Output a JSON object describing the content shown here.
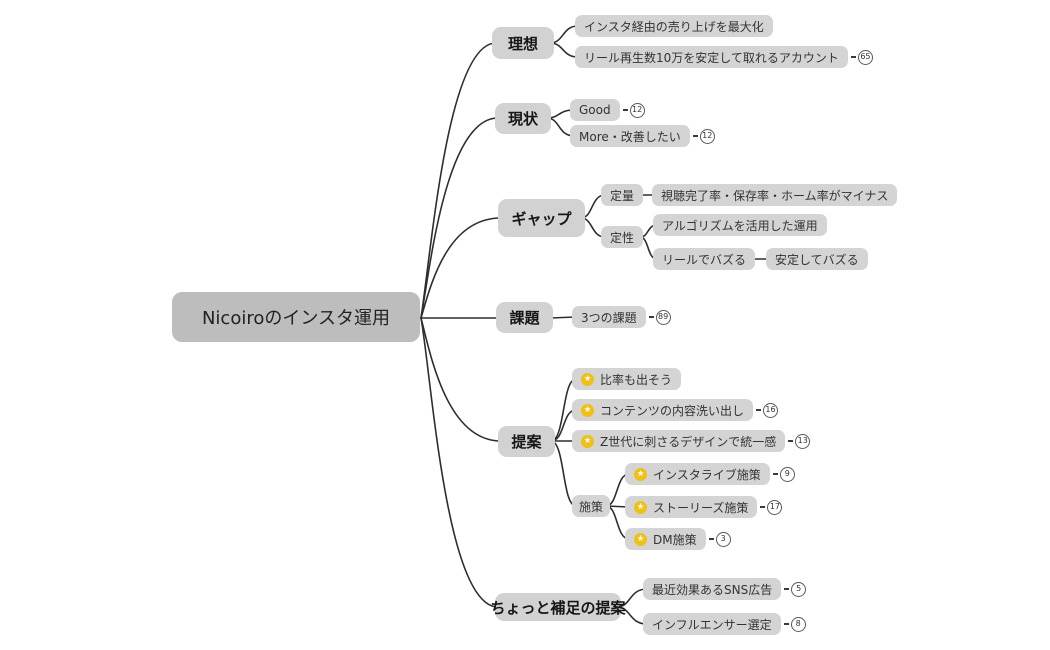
{
  "icons": {
    "star": "★"
  },
  "colors": {
    "root_bg": "#bdbdbd",
    "node_bg": "#d4d4d4",
    "line": "#2e2e2e",
    "star_bg": "#f0c014",
    "badge_border": "#595959",
    "badge_bg": "#ffffff"
  },
  "root": {
    "label": "Nicoiroのインスタ運用"
  },
  "branches": [
    {
      "label": "理想",
      "children": [
        {
          "label": "インスタ経由の売り上げを最大化"
        },
        {
          "label": "リール再生数10万を安定して取れるアカウント",
          "badge": "65"
        }
      ]
    },
    {
      "label": "現状",
      "children": [
        {
          "label": "Good",
          "badge": "12"
        },
        {
          "label": "More・改善したい",
          "badge": "12"
        }
      ]
    },
    {
      "label": "ギャップ",
      "children": [
        {
          "label": "定量",
          "children": [
            {
              "label": "視聴完了率・保存率・ホーム率がマイナス"
            }
          ]
        },
        {
          "label": "定性",
          "children": [
            {
              "label": "アルゴリズムを活用した運用"
            },
            {
              "label": "リールでバズる",
              "children": [
                {
                  "label": "安定してバズる"
                }
              ]
            }
          ]
        }
      ]
    },
    {
      "label": "課題",
      "children": [
        {
          "label": "3つの課題",
          "badge": "89"
        }
      ]
    },
    {
      "label": "提案",
      "children": [
        {
          "label": "比率も出そう",
          "star": true
        },
        {
          "label": "コンテンツの内容洗い出し",
          "star": true,
          "badge": "16"
        },
        {
          "label": "Z世代に刺さるデザインで統一感",
          "star": true,
          "badge": "13"
        },
        {
          "label": "施策",
          "children": [
            {
              "label": "インスタライブ施策",
              "star": true,
              "badge": "9"
            },
            {
              "label": "ストーリーズ施策",
              "star": true,
              "badge": "17"
            },
            {
              "label": "DM施策",
              "star": true,
              "badge": "3"
            }
          ]
        }
      ]
    },
    {
      "label": "ちょっと補足の提案",
      "children": [
        {
          "label": "最近効果あるSNS広告",
          "badge": "5"
        },
        {
          "label": "インフルエンサー選定",
          "badge": "8"
        }
      ]
    }
  ]
}
